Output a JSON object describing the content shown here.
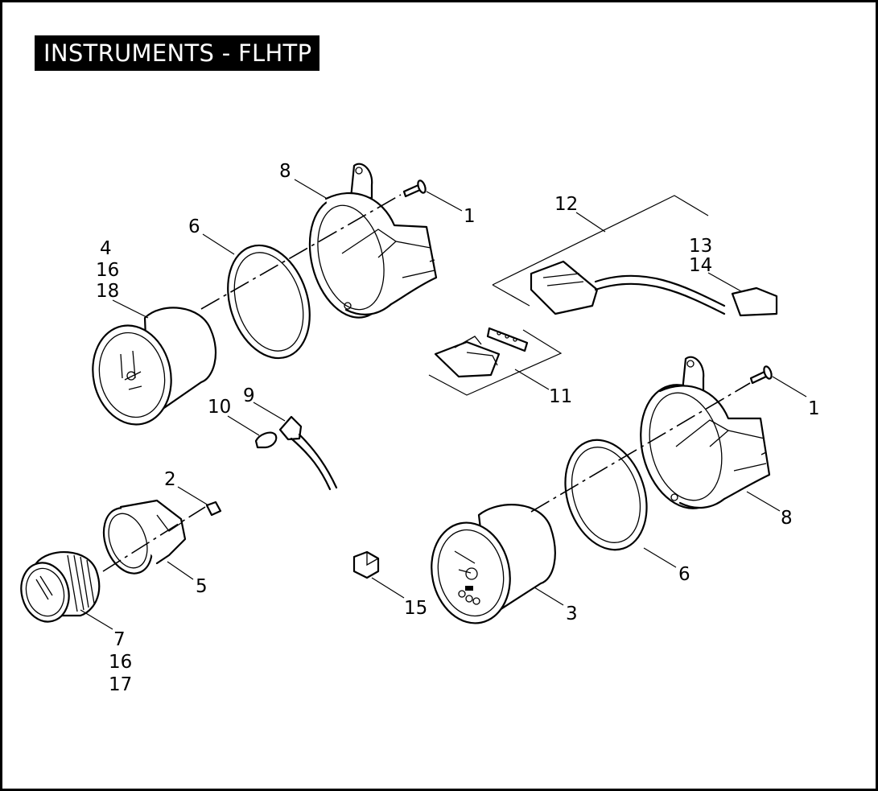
{
  "title": "INSTRUMENTS - FLHTP",
  "callouts": {
    "c8a": "8",
    "c1a": "1",
    "c6a": "6",
    "c4": "4",
    "c16a": "16",
    "c18": "18",
    "c12": "12",
    "c13": "13",
    "c14": "14",
    "c11": "11",
    "c9": "9",
    "c10": "10",
    "c1b": "1",
    "c2": "2",
    "c5": "5",
    "c8b": "8",
    "c6b": "6",
    "c15": "15",
    "c3": "3",
    "c7": "7",
    "c16b": "16",
    "c17": "17"
  },
  "colors": {
    "line": "#000000",
    "background": "#ffffff",
    "title_bg": "#000000",
    "title_text": "#ffffff"
  }
}
